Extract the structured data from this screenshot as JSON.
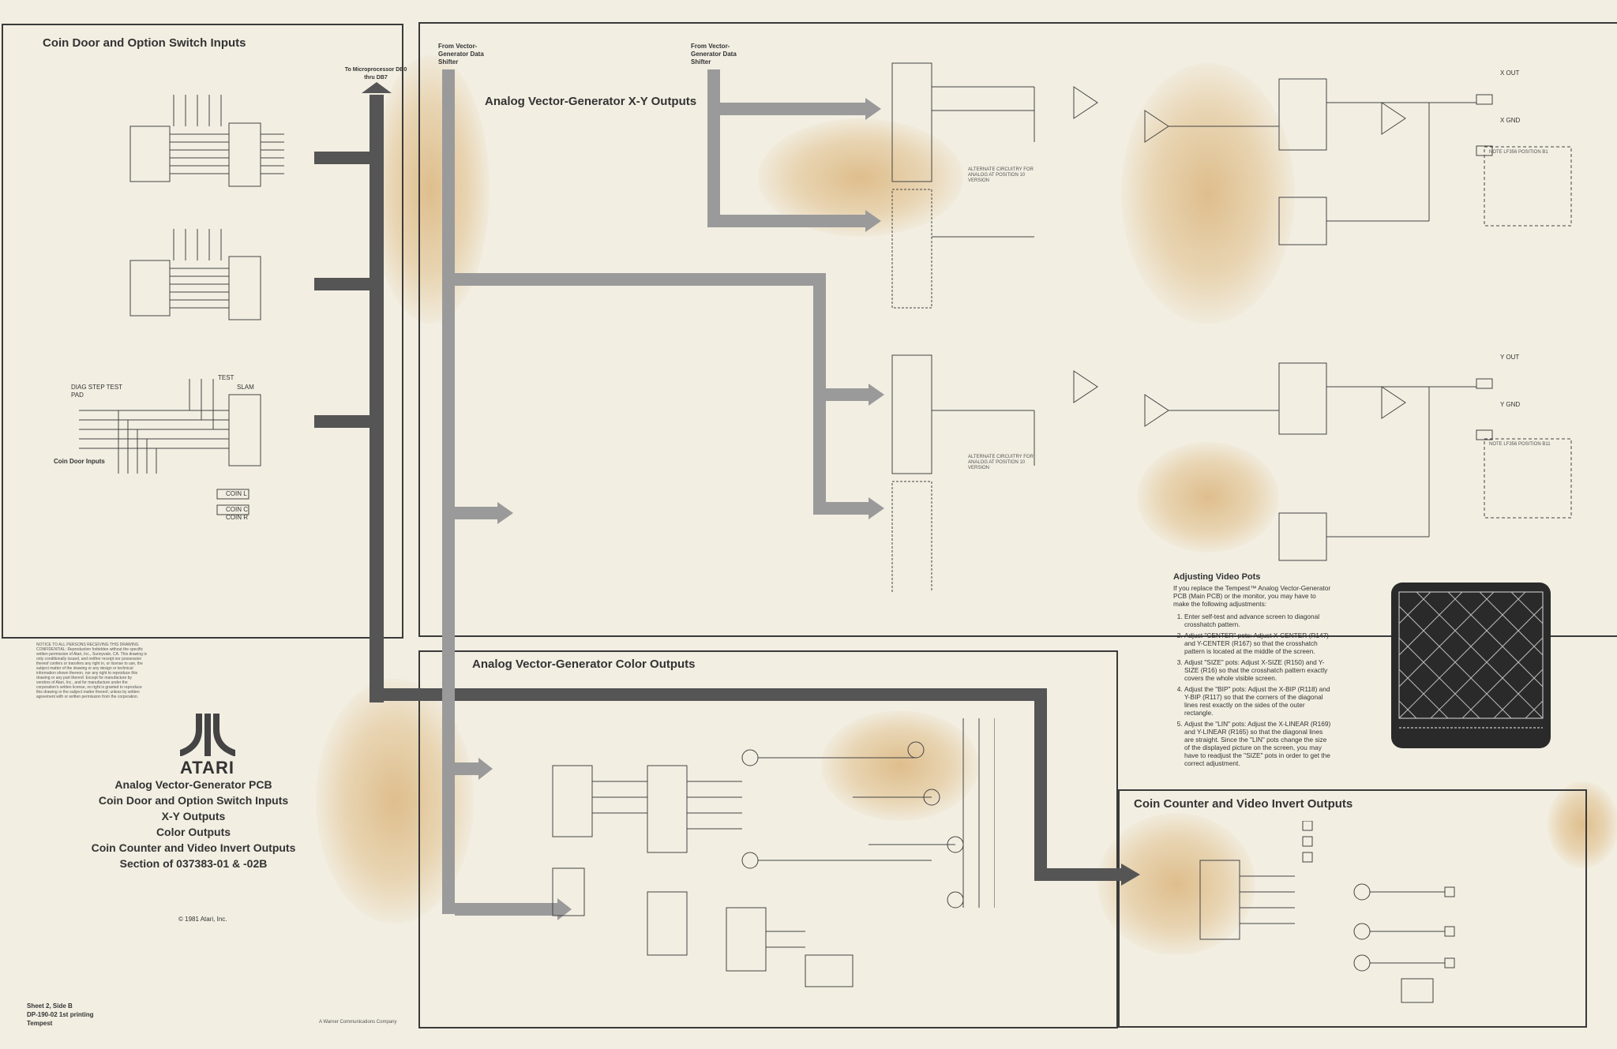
{
  "panels": {
    "coin_door": {
      "title": "Coin Door and Option Switch Inputs",
      "note": "Coin Door Inputs"
    },
    "xy_outputs": {
      "title": "Analog Vector-Generator X-Y Outputs"
    },
    "color_outputs": {
      "title": "Analog Vector-Generator Color Outputs"
    },
    "coin_counter": {
      "title": "Coin Counter and Video Invert Outputs"
    }
  },
  "bus_labels": {
    "microprocessor": "To Microprocessor DB0 thru DB7",
    "vg_shifter_1": "From Vector-Generator Data Shifter",
    "vg_shifter_2": "From Vector-Generator Data Shifter"
  },
  "signals": {
    "x_out": "X OUT",
    "y_out": "Y OUT",
    "x_gnd": "X GND",
    "y_gnd": "Y GND",
    "coin_l": "COIN L",
    "coin_c": "COIN C",
    "coin_r": "COIN R",
    "slam": "SLAM",
    "diag_step": "DIAG STEP TEST PAD",
    "test": "TEST",
    "alt_circuit_1": "ALTERNATE CIRCUITRY FOR ANALOG AT POSITION 10 VERSION",
    "alt_circuit_2": "ALTERNATE CIRCUITRY FOR ANALOG AT POSITION 10 VERSION",
    "note_1": "NOTE LF356 POSITION B1",
    "note_2": "NOTE LF356 POSITION B11"
  },
  "adjusting": {
    "title": "Adjusting Video Pots",
    "intro": "If you replace the Tempest™ Analog Vector-Generator PCB (Main PCB) or the monitor, you may have to make the following adjustments:",
    "steps": [
      "Enter self-test and advance screen to diagonal crosshatch pattern.",
      "Adjust \"CENTER\" pots: Adjust X-CENTER (R147) and Y-CENTER (R167) so that the crosshatch pattern is located at the middle of the screen.",
      "Adjust \"SIZE\" pots: Adjust X-SIZE (R150) and Y-SIZE (R16) so that the crosshatch pattern exactly covers the whole visible screen.",
      "Adjust the \"BIP\" pots: Adjust the X-BIP (R118) and Y-BIP (R117) so that the corners of the diagonal lines rest exactly on the sides of the outer rectangle.",
      "Adjust the \"LIN\" pots: Adjust the X-LINEAR (R169) and Y-LINEAR (R165) so that the diagonal lines are straight. Since the \"LIN\" pots change the size of the displayed picture on the screen, you may have to readjust the \"SIZE\" pots in order to get the correct adjustment."
    ]
  },
  "notice": "NOTICE TO ALL PERSONS RECEIVING THIS DRAWING CONFIDENTIAL: Reproduction forbidden without the specific written permission of Atari, Inc., Sunnyvale, CA. This drawing is only conditionally issued, and neither receipt nor possession thereof confers or transfers any right in, or license to use, the subject matter of the drawing or any design or technical information shown thereon, nor any right to reproduce this drawing or any part thereof. Except for manufacture by vendors of Atari, Inc., and for manufacture under the corporation's written license, no right is granted to reproduce this drawing or the subject matter thereof, unless by written agreement with or written permission from the corporation.",
  "logo": {
    "text": "ATARI"
  },
  "footer": {
    "title_lines": [
      "Analog Vector-Generator PCB",
      "Coin Door and Option Switch Inputs",
      "X-Y Outputs",
      "Color Outputs",
      "Coin Counter and Video Invert Outputs",
      "Section of 037383-01 & -02B"
    ],
    "copyright": "© 1981 Atari, Inc.",
    "sheet": "Sheet 2, Side B",
    "doc_number": "DP-190-02   1st printing",
    "game": "Tempest",
    "warner": "A Warner Communications Company"
  },
  "colors": {
    "paper": "#f2eee2",
    "ink": "#333333",
    "bus_dark": "#555555",
    "bus_light": "#9a9a9a",
    "stain": "#d29a4c"
  }
}
